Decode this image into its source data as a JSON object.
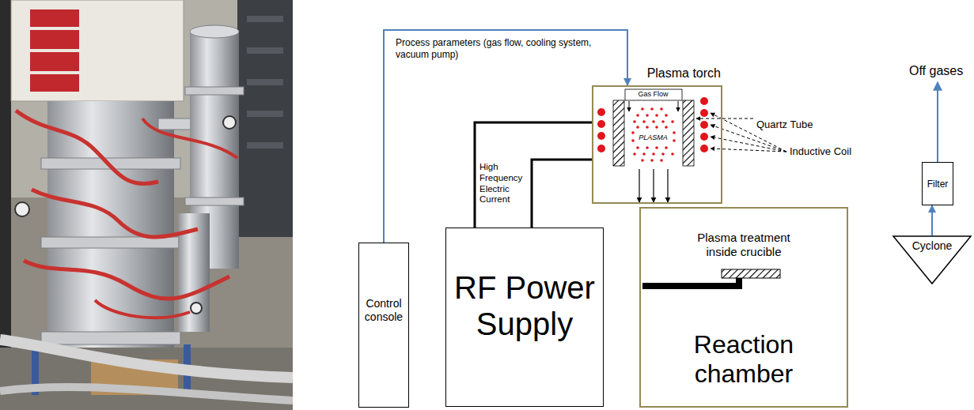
{
  "diagram": {
    "nodes": [
      {
        "text": [
          "Plasma torch"
        ]
      },
      {
        "text": [
          "Gas Flow",
          "PLASMA"
        ],
        "in": 0
      },
      {
        "text": [
          "Control console"
        ]
      },
      {
        "text": [
          "RF Power Supply"
        ]
      },
      {
        "text": [
          "Plasma treatment inside crucible",
          "Reaction chamber"
        ]
      },
      {
        "text": [
          "Filter"
        ]
      },
      {
        "text": [
          "Cyclone"
        ]
      }
    ],
    "edges": [
      {
        "from": 2,
        "to": 0,
        "arrow": "to",
        "label": "Process parameters (gas flow, cooling system, vacuum pump)"
      },
      {
        "from": 3,
        "to": 0,
        "arrow": "none"
      },
      {
        "from": 3,
        "to": 0,
        "arrow": "none"
      },
      {
        "from": 6,
        "to": 5,
        "arrow": "to"
      }
    ],
    "labels": [
      "Quartz Tube",
      "Inductive Coil",
      "High Frequency Electric Current",
      "Off gases"
    ]
  }
}
